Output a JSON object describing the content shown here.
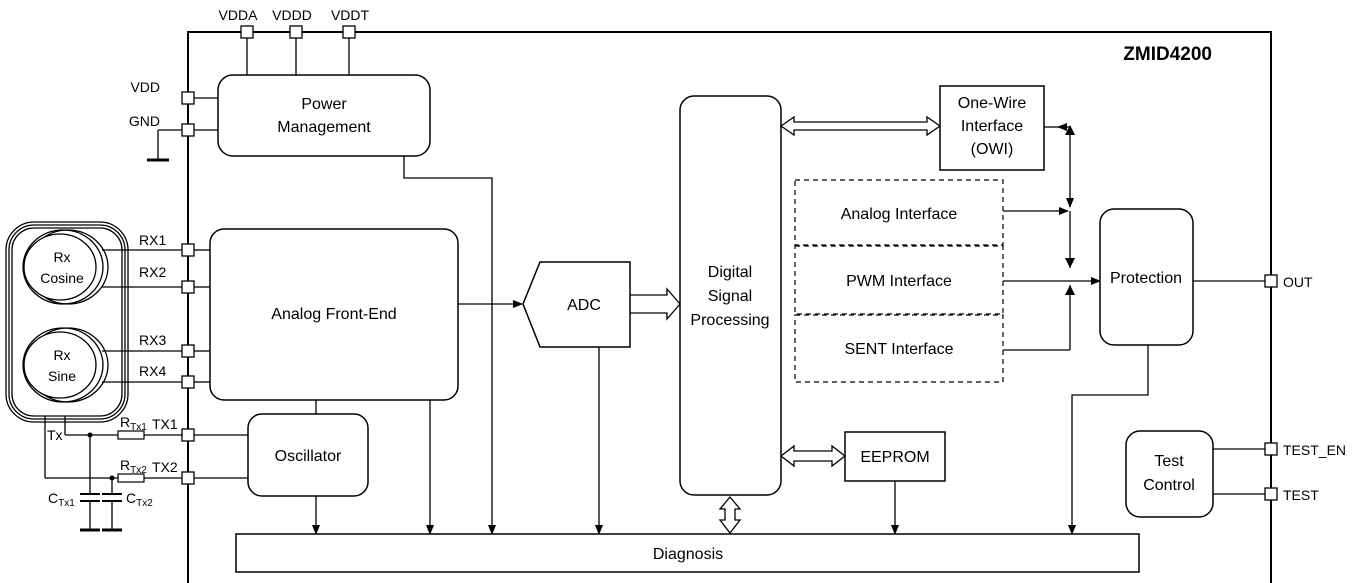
{
  "chip": {
    "name": "ZMID4200"
  },
  "supply_pins": {
    "vdda": "VDDA",
    "vddd": "VDDD",
    "vddt": "VDDT",
    "vdd": "VDD",
    "gnd": "GND"
  },
  "blocks": {
    "power": [
      "Power",
      "Management"
    ],
    "afe": "Analog Front-End",
    "adc": "ADC",
    "dsp": [
      "Digital",
      "Signal",
      "Processing"
    ],
    "owi": [
      "One-Wire",
      "Interface",
      "(OWI)"
    ],
    "analog_if": "Analog Interface",
    "pwm_if": "PWM Interface",
    "sent_if": "SENT Interface",
    "protection": "Protection",
    "oscillator": "Oscillator",
    "eeprom": "EEPROM",
    "test_control": [
      "Test",
      "Control"
    ],
    "diagnosis": "Diagnosis"
  },
  "coil": {
    "rx_cos": [
      "Rx",
      "Cosine"
    ],
    "rx_sin": [
      "Rx",
      "Sine"
    ],
    "tx": "Tx"
  },
  "rx_pins": [
    "RX1",
    "RX2",
    "RX3",
    "RX4"
  ],
  "tx_pins": [
    "TX1",
    "TX2"
  ],
  "tx_components": {
    "r1": {
      "main": "R",
      "sub": "Tx1"
    },
    "r2": {
      "main": "R",
      "sub": "Tx2"
    },
    "c1": {
      "main": "C",
      "sub": "Tx1"
    },
    "c2": {
      "main": "C",
      "sub": "Tx2"
    }
  },
  "out_pins": {
    "out": "OUT",
    "test_en": "TEST_EN",
    "test": "TEST"
  }
}
